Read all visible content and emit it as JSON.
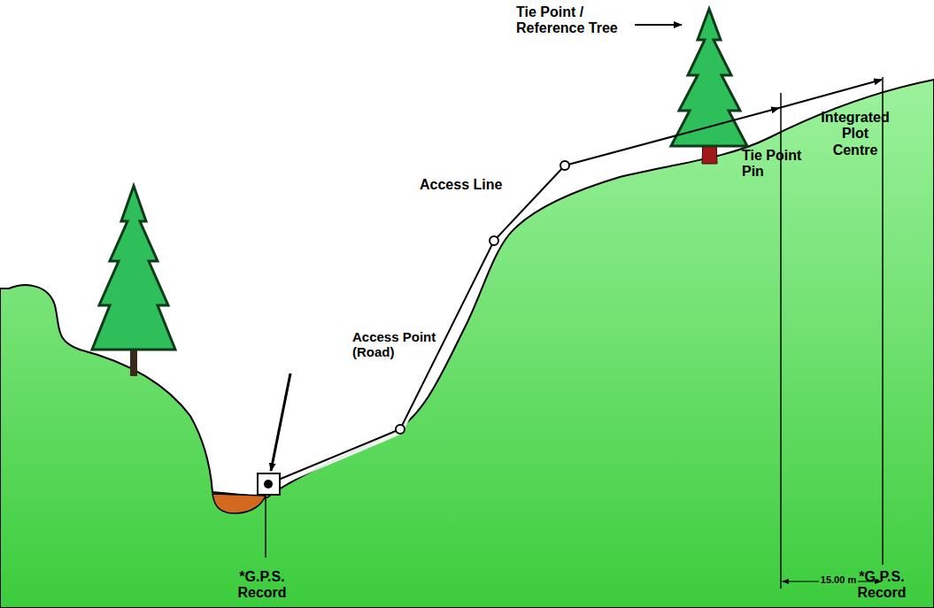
{
  "diagram": {
    "labels": [
      "Tie Point / Reference Tree",
      "Access Line",
      "Access Point (Road)",
      "Tie Point Pin",
      "Integrated Plot Centre",
      "15.00 m",
      "*G.P.S. Record",
      "*G.P.S. Record"
    ]
  }
}
